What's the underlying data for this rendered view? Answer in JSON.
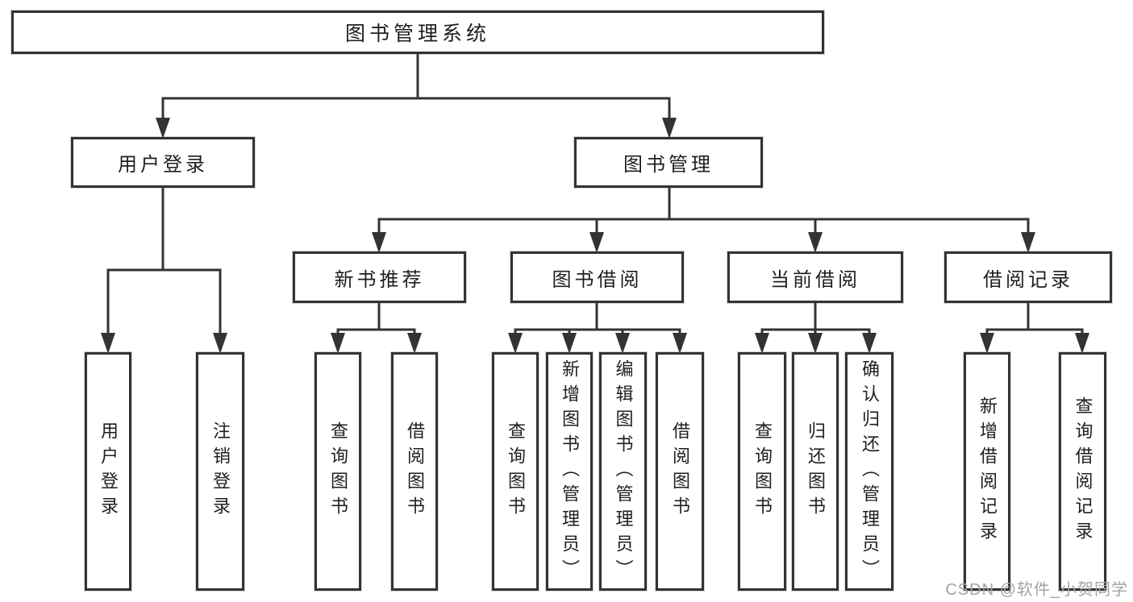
{
  "diagram": {
    "title_hint": "library management system function tree",
    "colors": {
      "line": "#333333",
      "box_border": "#333333",
      "text": "#1f1f1f",
      "background": "#ffffff",
      "watermark": "#a3a3a3"
    },
    "tree": {
      "root": {
        "label": "图书管理系统"
      },
      "level2": [
        {
          "label": "用户登录"
        },
        {
          "label": "图书管理"
        }
      ],
      "level3": [
        {
          "label": "新书推荐",
          "parent": "图书管理"
        },
        {
          "label": "图书借阅",
          "parent": "图书管理"
        },
        {
          "label": "当前借阅",
          "parent": "图书管理"
        },
        {
          "label": "借阅记录",
          "parent": "图书管理"
        }
      ],
      "leaves": [
        {
          "label": "用户登录",
          "parent": "用户登录"
        },
        {
          "label": "注销登录",
          "parent": "用户登录"
        },
        {
          "label": "查询图书",
          "parent": "新书推荐"
        },
        {
          "label": "借阅图书",
          "parent": "新书推荐"
        },
        {
          "label": "查询图书",
          "parent": "图书借阅"
        },
        {
          "label": "新增图书（管理员）",
          "parent": "图书借阅"
        },
        {
          "label": "编辑图书（管理员）",
          "parent": "图书借阅"
        },
        {
          "label": "借阅图书",
          "parent": "图书借阅"
        },
        {
          "label": "查询图书",
          "parent": "当前借阅"
        },
        {
          "label": "归还图书",
          "parent": "当前借阅"
        },
        {
          "label": "确认归还（管理员）",
          "parent": "当前借阅"
        },
        {
          "label": "新增借阅记录",
          "parent": "借阅记录"
        },
        {
          "label": "查询借阅记录",
          "parent": "借阅记录"
        }
      ]
    },
    "watermark": "CSDN @软件_小贺同学"
  }
}
